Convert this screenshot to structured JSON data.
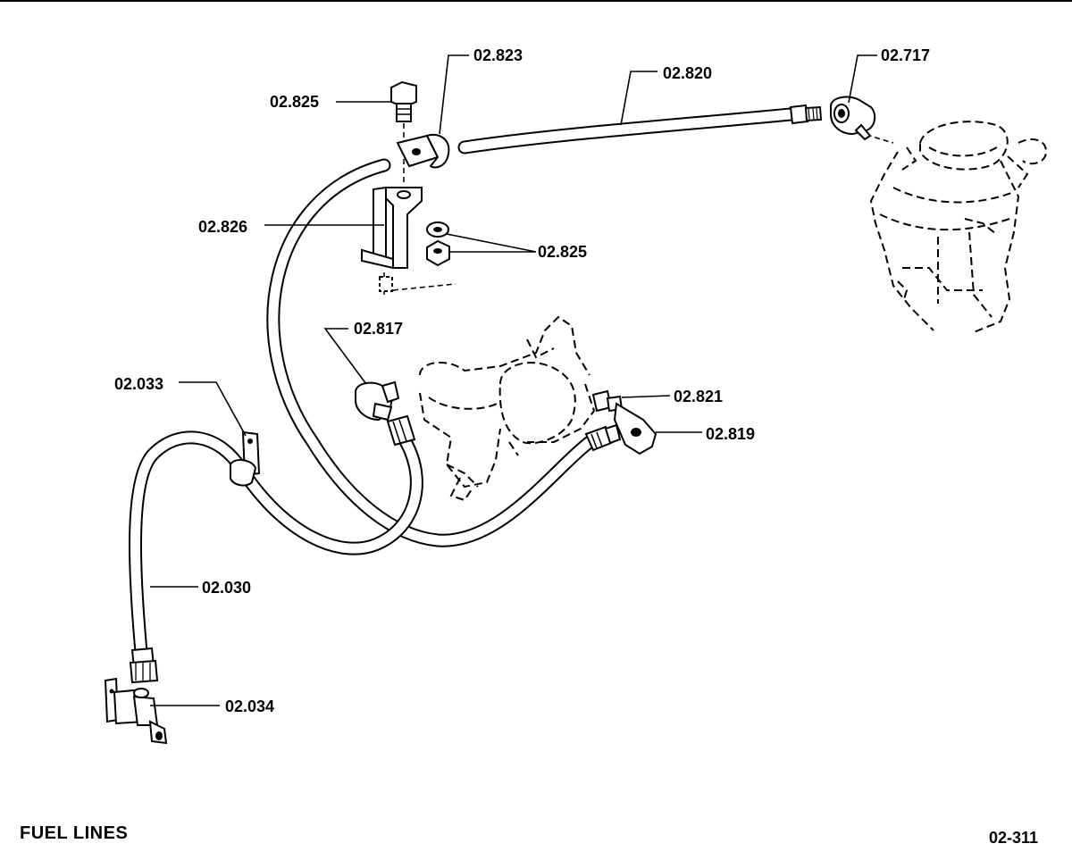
{
  "title": "FUEL LINES",
  "page_number": "02-311",
  "callouts": {
    "c_02_823": "02.823",
    "c_02_820": "02.820",
    "c_02_717": "02.717",
    "c_02_825_bolt": "02.825",
    "c_02_826": "02.826",
    "c_02_825_nut": "02.825",
    "c_02_817": "02.817",
    "c_02_821": "02.821",
    "c_02_819": "02.819",
    "c_02_033": "02.033",
    "c_02_030": "02.030",
    "c_02_034": "02.034"
  }
}
